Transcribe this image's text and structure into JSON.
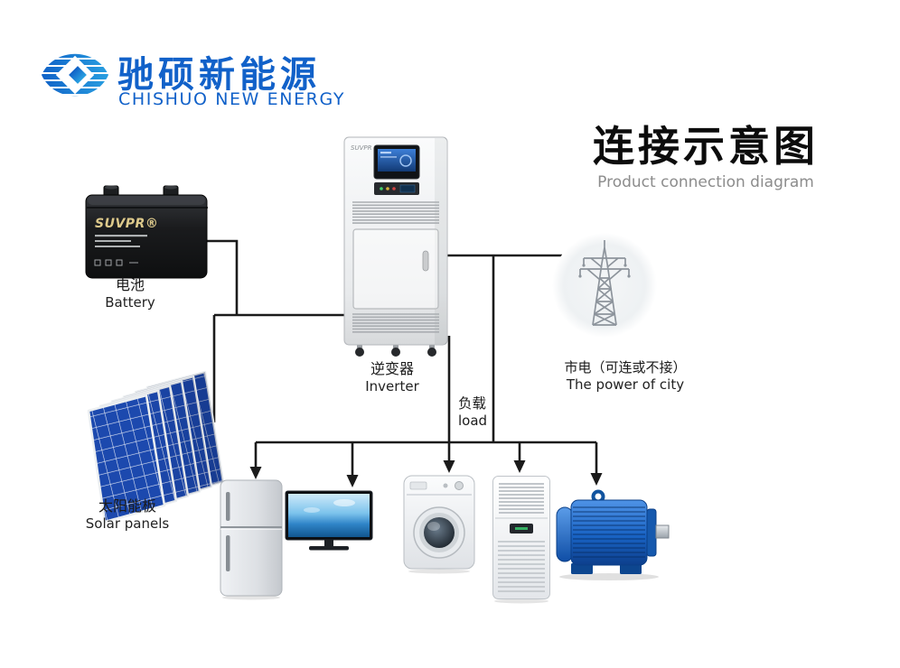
{
  "brand": {
    "logo_cn": "驰硕新能源",
    "logo_en": "CHISHUO NEW ENERGY"
  },
  "title": {
    "cn": "连接示意图",
    "en": "Product connection diagram"
  },
  "nodes": {
    "battery": {
      "cn": "电池",
      "en": "Battery",
      "brand": "SUVPR®"
    },
    "inverter": {
      "cn": "逆变器",
      "en": "Inverter",
      "brand": "SUVPR"
    },
    "city": {
      "cn": "市电（可连或不接）",
      "en": "The power of city"
    },
    "solar": {
      "cn": "太阳能板",
      "en": "Solar panels"
    },
    "load": {
      "cn": "负载",
      "en": "load"
    }
  },
  "colors": {
    "brand_blue": "#1161c9",
    "logo_cyan": "#2aa2e2",
    "title_black": "#0c0c0c",
    "subtitle_gray": "#8c8c8c",
    "line_black": "#1b1b1b",
    "solar_blue": "#1c49ae",
    "motor_blue": "#1963c4"
  }
}
